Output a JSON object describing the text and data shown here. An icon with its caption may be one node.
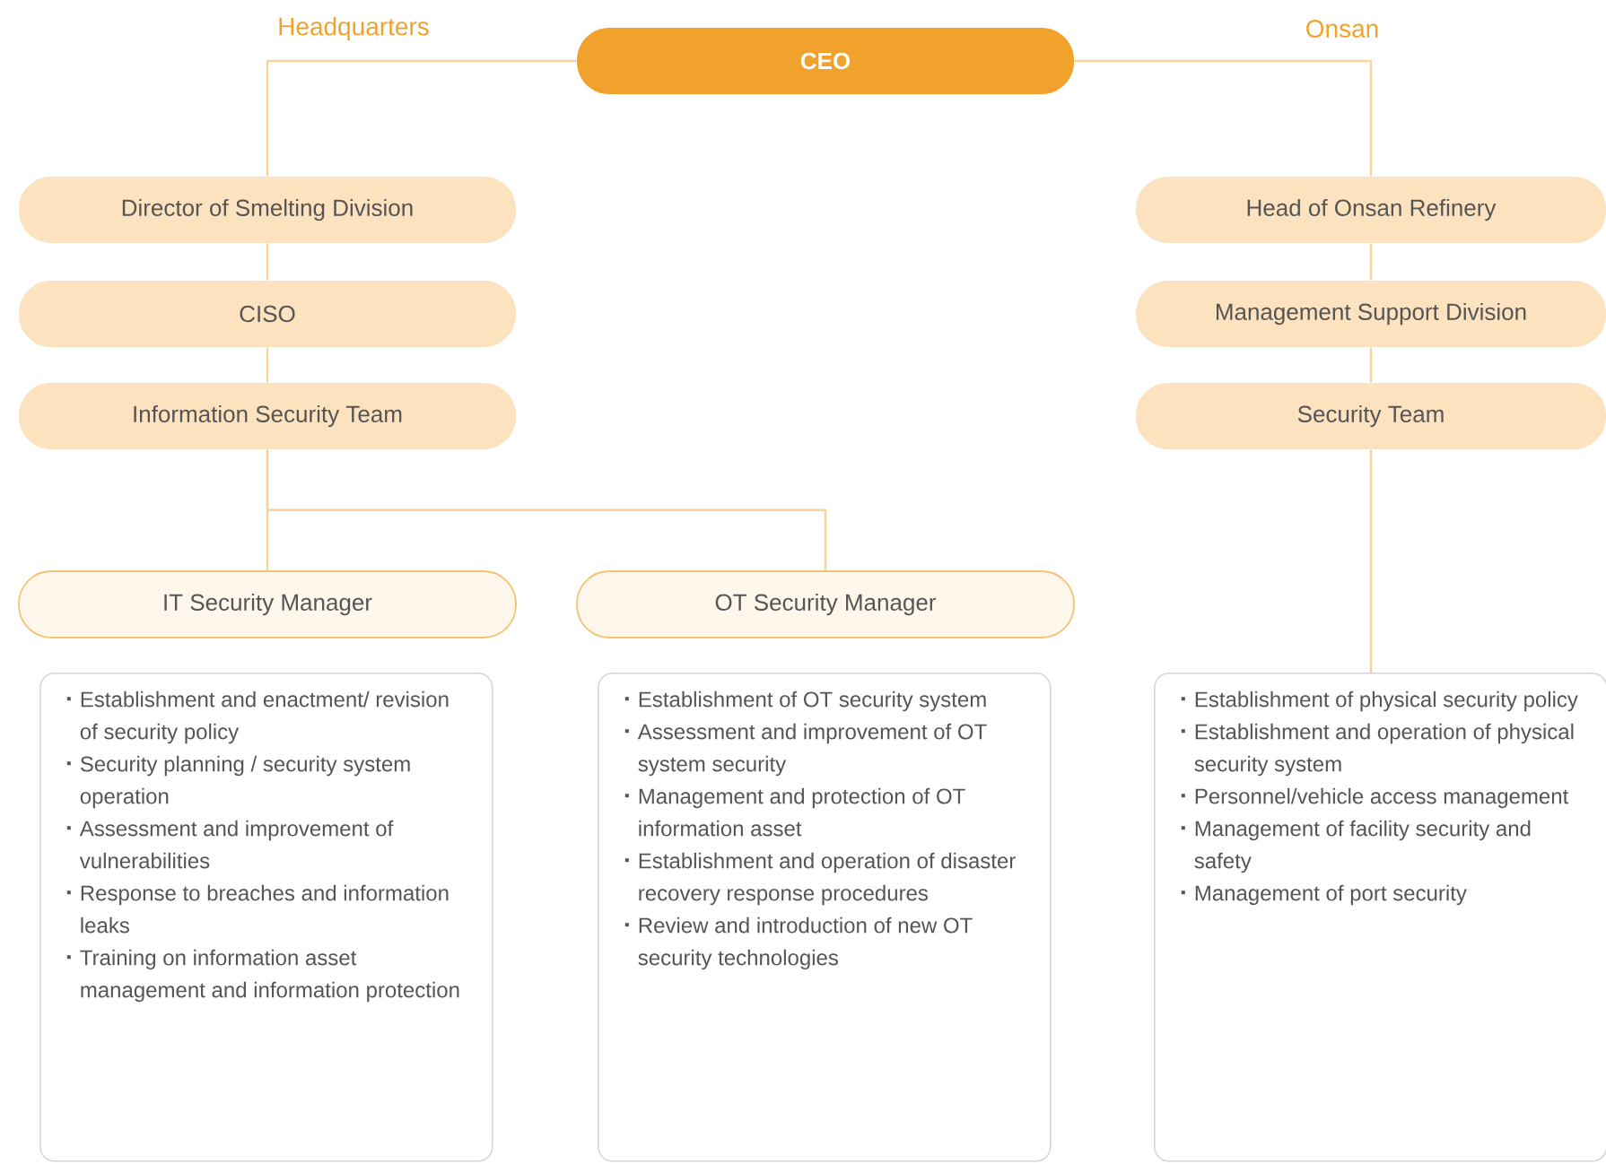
{
  "diagram": {
    "nodes": [
      {
        "text": [
          "CEO"
        ]
      },
      {
        "text": [
          "Director of Smelting Division"
        ]
      },
      {
        "text": [
          "CISO"
        ]
      },
      {
        "text": [
          "Information Security Team"
        ]
      },
      {
        "text": [
          "IT Security Manager"
        ]
      },
      {
        "text": [
          "OT Security Manager"
        ]
      },
      {
        "text": [
          "Establishment and enactment/ revision of security policy",
          "Security planning / security system operation",
          "Assessment and improvement of vulnerabilities",
          "Response to breaches and information leaks",
          "Training on information asset management and information protection"
        ]
      },
      {
        "text": [
          "Establishment of OT security system",
          "Assessment and improvement of OT system security",
          "Management and protection of OT information asset",
          "Establishment and operation of disaster recovery response procedures",
          "Review and introduction of new OT security technologies"
        ]
      },
      {
        "text": [
          "Head of Onsan Refinery"
        ]
      },
      {
        "text": [
          "Management Support Division"
        ]
      },
      {
        "text": [
          "Security Team"
        ]
      },
      {
        "text": [
          "Establishment of physical security policy",
          "Establishment and operation of physical security system",
          "Personnel/vehicle access management",
          "Management of facility security and safety",
          "Management of port security"
        ]
      }
    ],
    "edges": [
      {
        "from": 0,
        "to": 1,
        "arrow": "none"
      },
      {
        "from": 1,
        "to": 2,
        "arrow": "none"
      },
      {
        "from": 2,
        "to": 3,
        "arrow": "none"
      },
      {
        "from": 3,
        "to": 4,
        "arrow": "none"
      },
      {
        "from": 3,
        "to": 5,
        "arrow": "none"
      },
      {
        "from": 0,
        "to": 8,
        "arrow": "none"
      },
      {
        "from": 8,
        "to": 9,
        "arrow": "none"
      },
      {
        "from": 9,
        "to": 10,
        "arrow": "none"
      },
      {
        "from": 10,
        "to": 11,
        "arrow": "none"
      }
    ],
    "labels": [
      "Headquarters",
      "Onsan"
    ]
  }
}
